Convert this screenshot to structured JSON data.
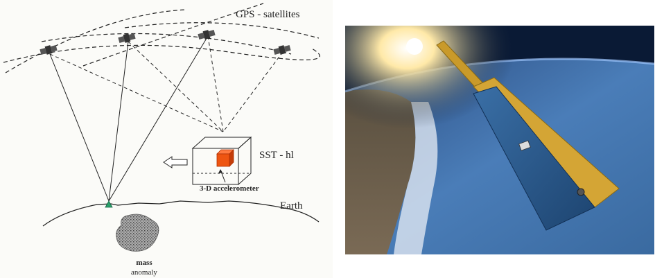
{
  "diagram": {
    "title": "GPS - satellites",
    "receiver_label": "SST - hl",
    "accelerometer_label": "3-D accelerometer",
    "earth_label": "Earth",
    "mass_label_line1": "mass",
    "mass_label_line2": "anomaly"
  },
  "photo": {
    "subject": "satellite in orbit above Earth",
    "colors": {
      "space": "#0a1a35",
      "ocean": "#4a7db8",
      "land": "#7a6a55",
      "solar_panel": "#2c5a8c",
      "gold": "#c99a2a"
    }
  }
}
